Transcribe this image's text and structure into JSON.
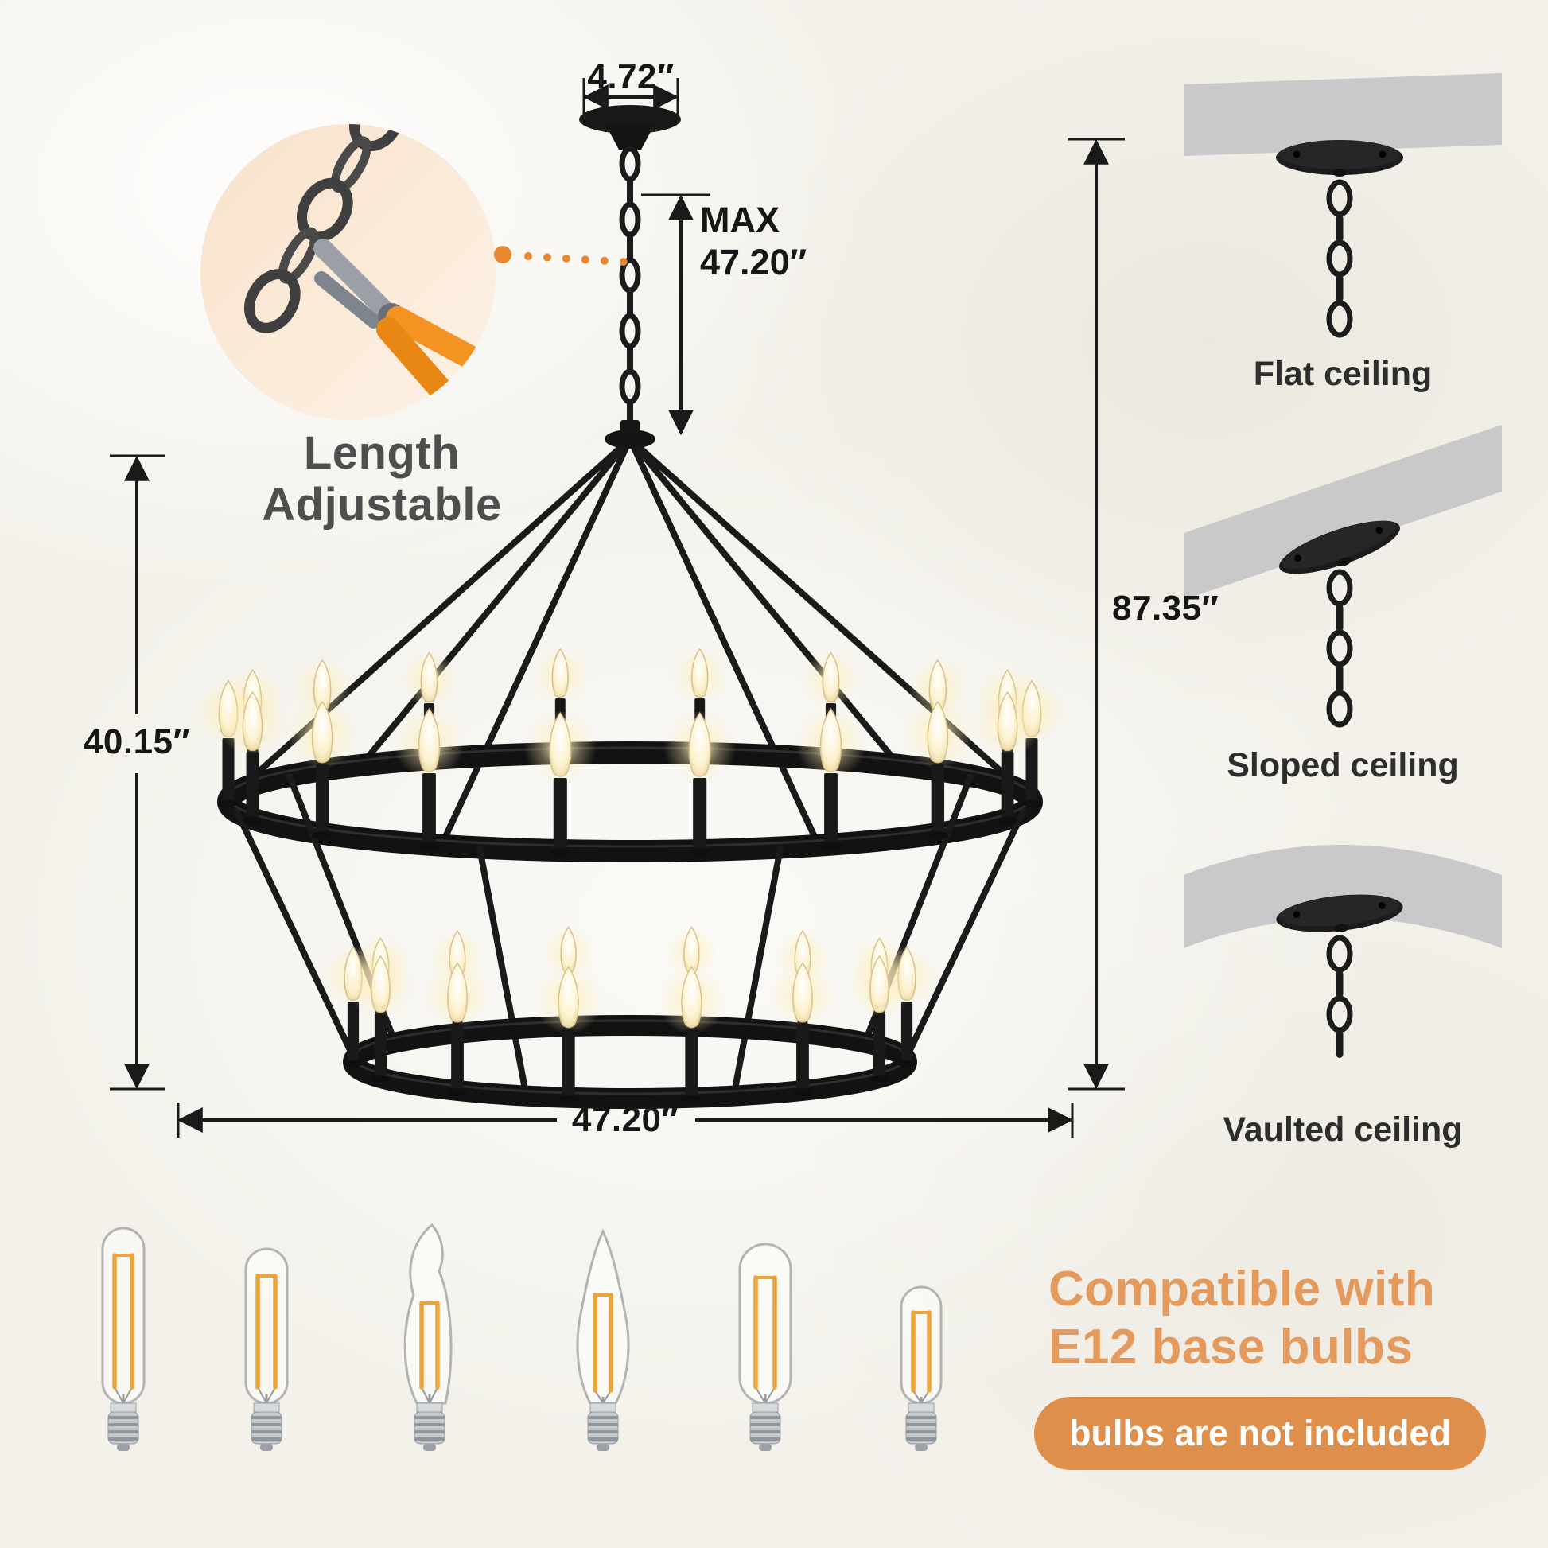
{
  "dims": {
    "canopy_width": "4.72″",
    "chain_max_label": "MAX",
    "chain_max_value": "47.20″",
    "fixture_height": "40.15″",
    "overall_height": "87.35″",
    "fixture_width": "47.20″"
  },
  "callout": {
    "line1": "Length",
    "line2": "Adjustable"
  },
  "mounts": [
    {
      "label": "Flat ceiling"
    },
    {
      "label": "Sloped ceiling"
    },
    {
      "label": "Vaulted ceiling"
    }
  ],
  "compat": {
    "line1": "Compatible with",
    "line2": "E12 base bulbs",
    "badge": "bulbs are not included"
  },
  "icons": {
    "chandelier": "two-tier-wagon-wheel-chandelier-icon",
    "inset": "chain-cutting-pliers-photo-icon",
    "bulbs": [
      "t6-tubular-long-bulb-icon",
      "t6-tubular-bulb-icon",
      "flame-tip-candelabra-bulb-icon",
      "torpedo-candle-bulb-icon",
      "t45-tubular-bulb-icon",
      "t22-mini-tubular-bulb-icon"
    ]
  },
  "colors": {
    "accent_orange": "#e8872b",
    "heading_orange": "#e49a5c",
    "badge_orange": "#dd8f4b",
    "metal_black": "#1a1a1a",
    "text_dark": "#161616",
    "text_gray": "#4e4e4e",
    "ceiling_gray": "#c9c9c9",
    "glow_warm": "#fff3c6"
  }
}
